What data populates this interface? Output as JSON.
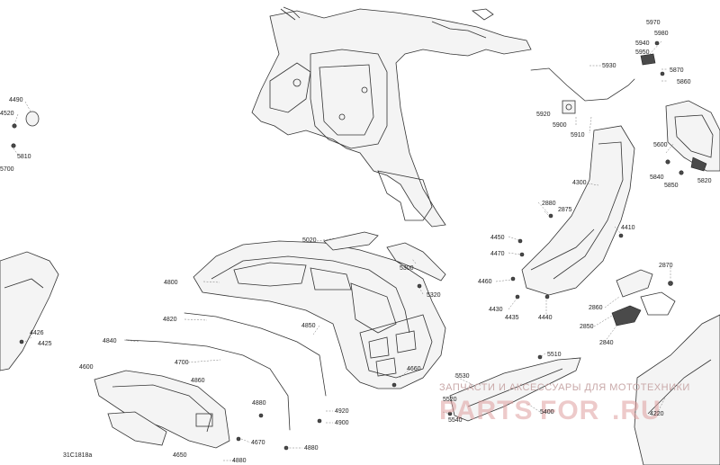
{
  "diagram_code": "31C1818a",
  "watermark": {
    "line1": "ЗАПЧАСТИ И АКСЕССУАРЫ ДЛЯ МОТОТЕХНИКИ",
    "line2_a": "PARTS",
    "line2_b": "FOR",
    "line2_c": ".RU"
  },
  "callouts": {
    "c4490": "4490",
    "c4520": "4520",
    "c5810": "5810",
    "c5700": "5700",
    "c5020": "5020",
    "c5300": "5300",
    "c5320": "5320",
    "c4800": "4800",
    "c4820": "4820",
    "c4850": "4850",
    "c4840": "4840",
    "c4700": "4700",
    "c4600": "4600",
    "c4860": "4860",
    "c4920": "4920",
    "c4900": "4900",
    "c4880a": "4880",
    "c4880b": "4880",
    "c4670": "4670",
    "c4650": "4650",
    "c4660": "4660",
    "c4426": "4426",
    "c4425": "4425",
    "c5970": "5970",
    "c5980": "5980",
    "c5940": "5940",
    "c5950": "5950",
    "c5870": "5870",
    "c5860": "5860",
    "c5930": "5930",
    "c5920": "5920",
    "c5900": "5900",
    "c5910": "5910",
    "c5600": "5600",
    "c5840": "5840",
    "c5850": "5850",
    "c5820": "5820",
    "c4300": "4300",
    "c2880": "2880",
    "c2875": "2875",
    "c4410": "4410",
    "c4450": "4450",
    "c4470": "4470",
    "c4460": "4460",
    "c4430": "4430",
    "c4435": "4435",
    "c4440": "4440",
    "c2870": "2870",
    "c2860": "2860",
    "c2850": "2850",
    "c2840": "2840",
    "c5510": "5510",
    "c5530": "5530",
    "c5520": "5520",
    "c5540": "5540",
    "c5400": "5400",
    "c4220": "4220"
  }
}
